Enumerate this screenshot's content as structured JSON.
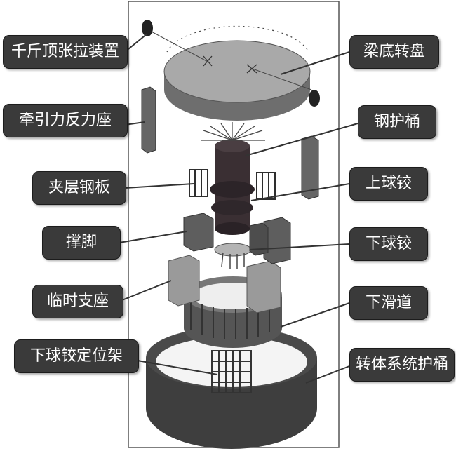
{
  "labels_left": [
    {
      "id": "jack",
      "text": "千斤顶张拉装置"
    },
    {
      "id": "reaction-seat",
      "text": "牵引力反力座"
    },
    {
      "id": "sandwich-plate",
      "text": "夹层钢板"
    },
    {
      "id": "strut",
      "text": "撑脚"
    },
    {
      "id": "temp-support",
      "text": "临时支座"
    },
    {
      "id": "lower-hinge-frame",
      "text": "下球铰定位架"
    }
  ],
  "labels_right": [
    {
      "id": "turntable",
      "text": "梁底转盘"
    },
    {
      "id": "steel-casing",
      "text": "钢护桶"
    },
    {
      "id": "upper-hinge",
      "text": "上球铰"
    },
    {
      "id": "lower-hinge",
      "text": "下球铰"
    },
    {
      "id": "lower-slideway",
      "text": "下滑道"
    },
    {
      "id": "rotation-casing",
      "text": "转体系统护桶"
    }
  ],
  "colors": {
    "label_bg": "#3a3a3a",
    "label_text": "#ffffff",
    "structure_dark": "#3c3c3c",
    "structure_mid": "#7a7a7a",
    "structure_light": "#a8a8a8"
  }
}
